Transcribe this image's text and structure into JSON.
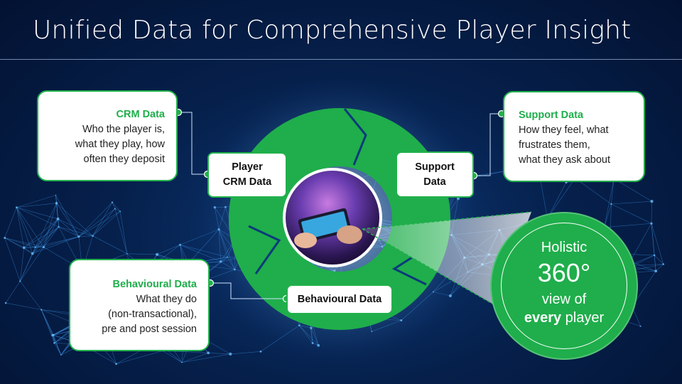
{
  "title": "Unified Data for Comprehensive Player Insight",
  "colors": {
    "accent": "#1fae4b",
    "background": "#06214d"
  },
  "callouts": {
    "crm": {
      "heading": "CRM Data",
      "lines": [
        "Who the player is,",
        "what they play, how",
        "often they deposit"
      ]
    },
    "support": {
      "heading": "Support Data",
      "lines": [
        "How they feel, what",
        "frustrates them,",
        "what they ask about"
      ]
    },
    "behavioural": {
      "heading": "Behavioural Data",
      "lines": [
        "What they do",
        "(non-transactional),",
        "pre and post session"
      ]
    }
  },
  "cycle_nodes": {
    "crm": [
      "Player",
      "CRM Data"
    ],
    "support": [
      "Support",
      "Data"
    ],
    "behavioural": "Behavioural Data"
  },
  "center_image": "gamer-holding-phone-photo",
  "holistic": {
    "line1": "Holistic",
    "line2": "360°",
    "line3": "view of",
    "line4_bold": "every",
    "line4_rest": " player"
  }
}
